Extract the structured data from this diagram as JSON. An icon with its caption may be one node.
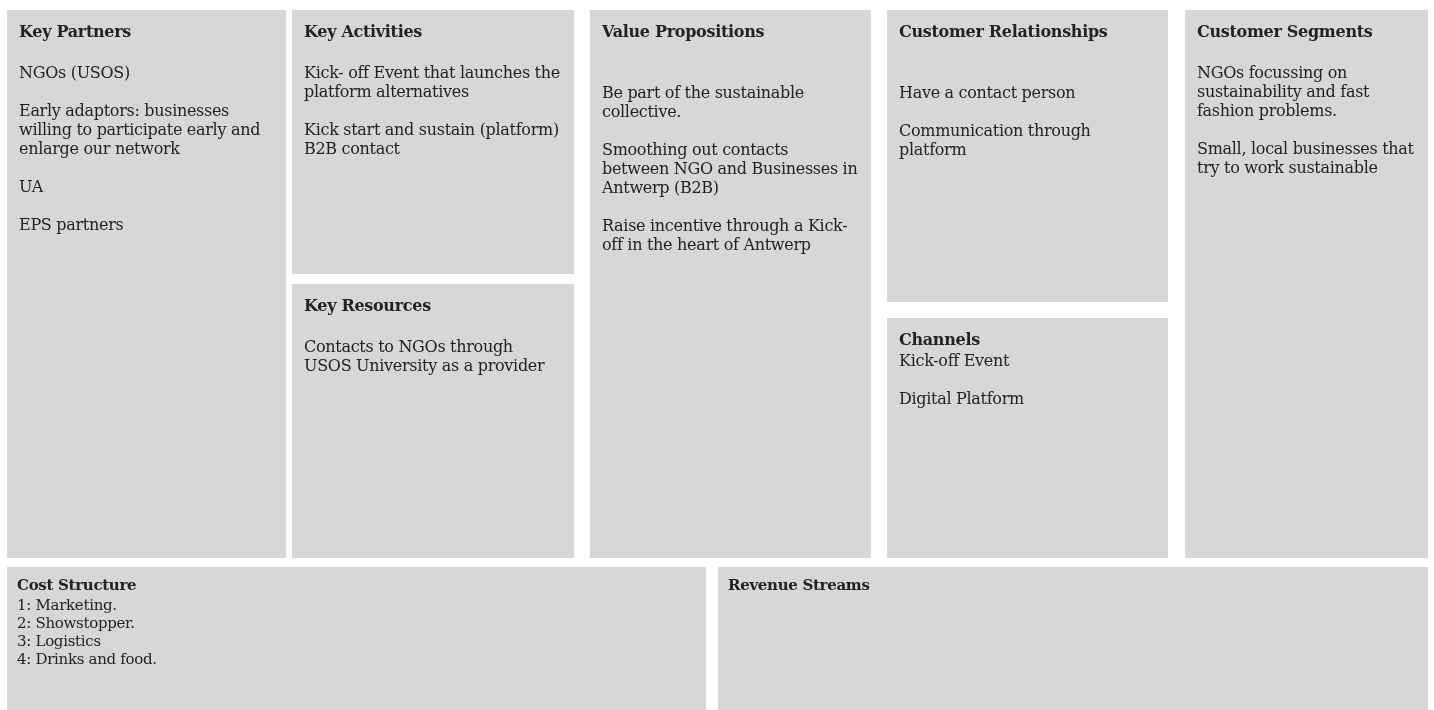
{
  "diagram": {
    "nodes": [
      {
        "text": [
          "Key Partners",
          "NGOs (USOS)",
          "Early adaptors: businesses willing to participate early and enlarge our network",
          "UA",
          "EPS partners"
        ]
      },
      {
        "text": [
          "Key Activities",
          "Kick- off Event that launches the platform  alternatives",
          "Kick start and sustain (platform) B2B contact"
        ]
      },
      {
        "text": [
          "Key Resources",
          "Contacts to NGOs through USOS University as a provider"
        ]
      },
      {
        "text": [
          "Value Propositions",
          "Be part of the sustainable collective.",
          "Smoothing out contacts between NGO and Businesses in Antwerp (B2B)",
          "Raise incentive through a Kick-off in the heart of Antwerp"
        ]
      },
      {
        "text": [
          "Customer Relationships",
          "Have a contact person",
          "Communication through platform"
        ]
      },
      {
        "text": [
          "Channels",
          "Kick-off Event",
          "Digital Platform"
        ]
      },
      {
        "text": [
          "Customer Segments",
          "NGOs focussing on sustainability and fast fashion problems.",
          "Small, local businesses that try to work sustainable"
        ]
      },
      {
        "text": [
          "Cost Structure",
          "1: Marketing.",
          "2: Showstopper.",
          "3: Logistics",
          "4: Drinks and food."
        ]
      },
      {
        "text": [
          "Revenue Streams"
        ]
      }
    ]
  }
}
